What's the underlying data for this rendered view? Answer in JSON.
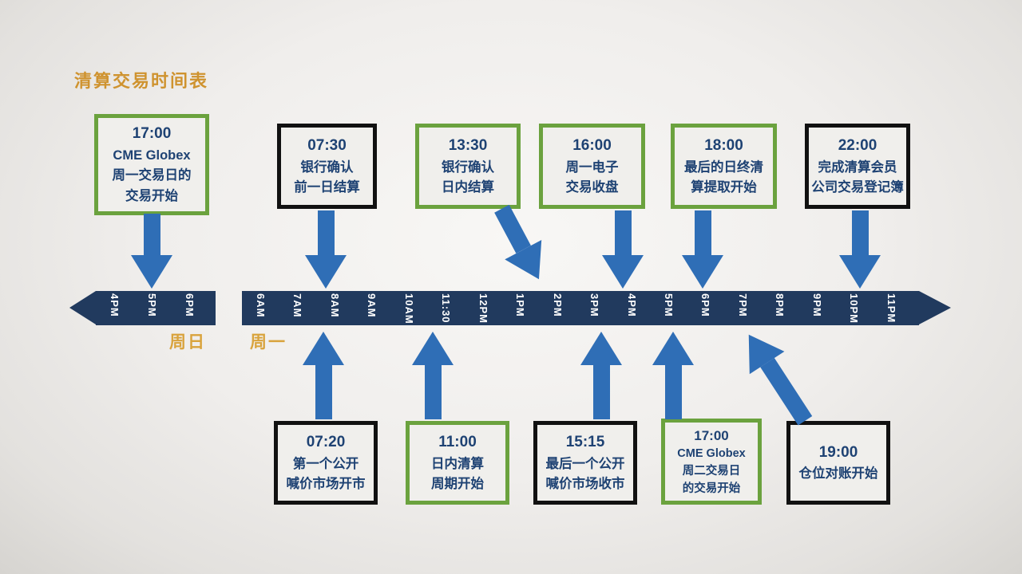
{
  "page": {
    "title": "清算交易时间表"
  },
  "timeline": {
    "sunday": {
      "label": "周日",
      "ticks": [
        "4PM",
        "5PM",
        "6PM"
      ]
    },
    "monday": {
      "label": "周一",
      "ticks": [
        "6AM",
        "7AM",
        "8AM",
        "9AM",
        "10AM",
        "11:30",
        "12PM",
        "1PM",
        "2PM",
        "3PM",
        "4PM",
        "5PM",
        "6PM",
        "7PM",
        "8PM",
        "9PM",
        "10PM",
        "11PM"
      ]
    }
  },
  "events_above": [
    {
      "time": "17:00",
      "lines": [
        "CME Globex",
        "周一交易日的",
        "交易开始"
      ],
      "style": "green"
    },
    {
      "time": "07:30",
      "lines": [
        "银行确认",
        "前一日结算"
      ],
      "style": "black"
    },
    {
      "time": "13:30",
      "lines": [
        "银行确认",
        "日内结算"
      ],
      "style": "green"
    },
    {
      "time": "16:00",
      "lines": [
        "周一电子",
        "交易收盘"
      ],
      "style": "green"
    },
    {
      "time": "18:00",
      "lines": [
        "最后的日终清",
        "算提取开始"
      ],
      "style": "green"
    },
    {
      "time": "22:00",
      "lines": [
        "完成清算会员",
        "公司交易登记簿"
      ],
      "style": "black"
    }
  ],
  "events_below": [
    {
      "time": "07:20",
      "lines": [
        "第一个公开",
        "喊价市场开市"
      ],
      "style": "black"
    },
    {
      "time": "11:00",
      "lines": [
        "日内清算",
        "周期开始"
      ],
      "style": "green"
    },
    {
      "time": "15:15",
      "lines": [
        "最后一个公开",
        "喊价市场收市"
      ],
      "style": "black"
    },
    {
      "time": "17:00",
      "lines": [
        "CME Globex",
        "周二交易日",
        "的交易开始"
      ],
      "style": "green"
    },
    {
      "time": "19:00",
      "lines": [
        "仓位对账开始"
      ],
      "style": "black"
    }
  ],
  "colors": {
    "timeline_navy": "#213a5e",
    "arrow_blue": "#2f6eb6",
    "green_border": "#6ba23e",
    "black_border": "#111111",
    "text_navy": "#1e4273",
    "title_orange": "#cf932f",
    "day_label_orange": "#d9a33c",
    "box_fill": "#f0efec"
  }
}
